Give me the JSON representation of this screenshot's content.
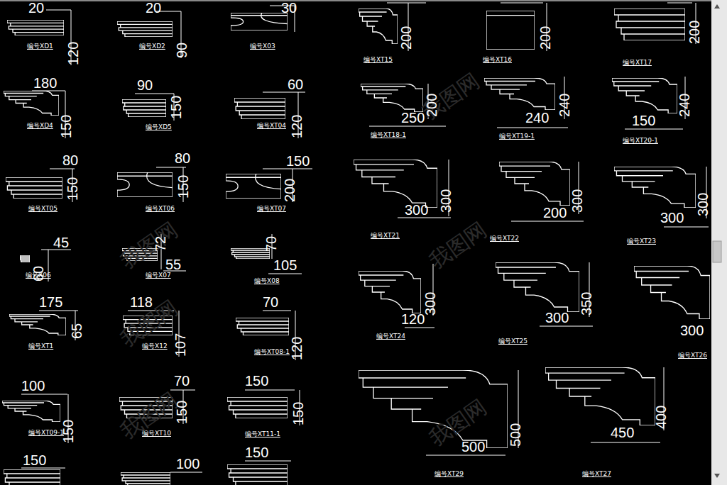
{
  "diagram": {
    "labels": [
      "20",
      "120",
      "编号XD1",
      "20",
      "90",
      "编号XD2",
      "30",
      "编号X03",
      "180",
      "150",
      "编号XD4",
      "90",
      "150",
      "编号XD5",
      "60",
      "120",
      "编号XT04",
      "80",
      "150",
      "编号XT05",
      "80",
      "150",
      "编号XT06",
      "150",
      "200",
      "编号XT07",
      "45",
      "60",
      "编号X06",
      "72",
      "55",
      "编号X07",
      "70",
      "105",
      "编号X08",
      "175",
      "65",
      "编号XT1",
      "118",
      "107",
      "编号X12",
      "70",
      "120",
      "编号XT08-1",
      "100",
      "150",
      "编号XT09-1",
      "70",
      "150",
      "编号XT10",
      "150",
      "150",
      "编号XT11-1",
      "150",
      "100",
      "150",
      "200",
      "编号XT15",
      "200",
      "编号XT16",
      "200",
      "编号XT17",
      "200",
      "250",
      "编号XT18-1",
      "240",
      "240",
      "编号XT19-1",
      "240",
      "150",
      "编号XT20-1",
      "300",
      "300",
      "编号XT21",
      "300",
      "200",
      "编号XT22",
      "300",
      "300",
      "编号XT23",
      "300",
      "120",
      "编号XT24",
      "350",
      "300",
      "编号XT25",
      "300",
      "编号XT26",
      "500",
      "500",
      "编号XT29",
      "400",
      "450",
      "编号XT27",
      "我图网",
      "我图网",
      "我图网",
      "我图网",
      "我图网",
      "我图网"
    ]
  }
}
